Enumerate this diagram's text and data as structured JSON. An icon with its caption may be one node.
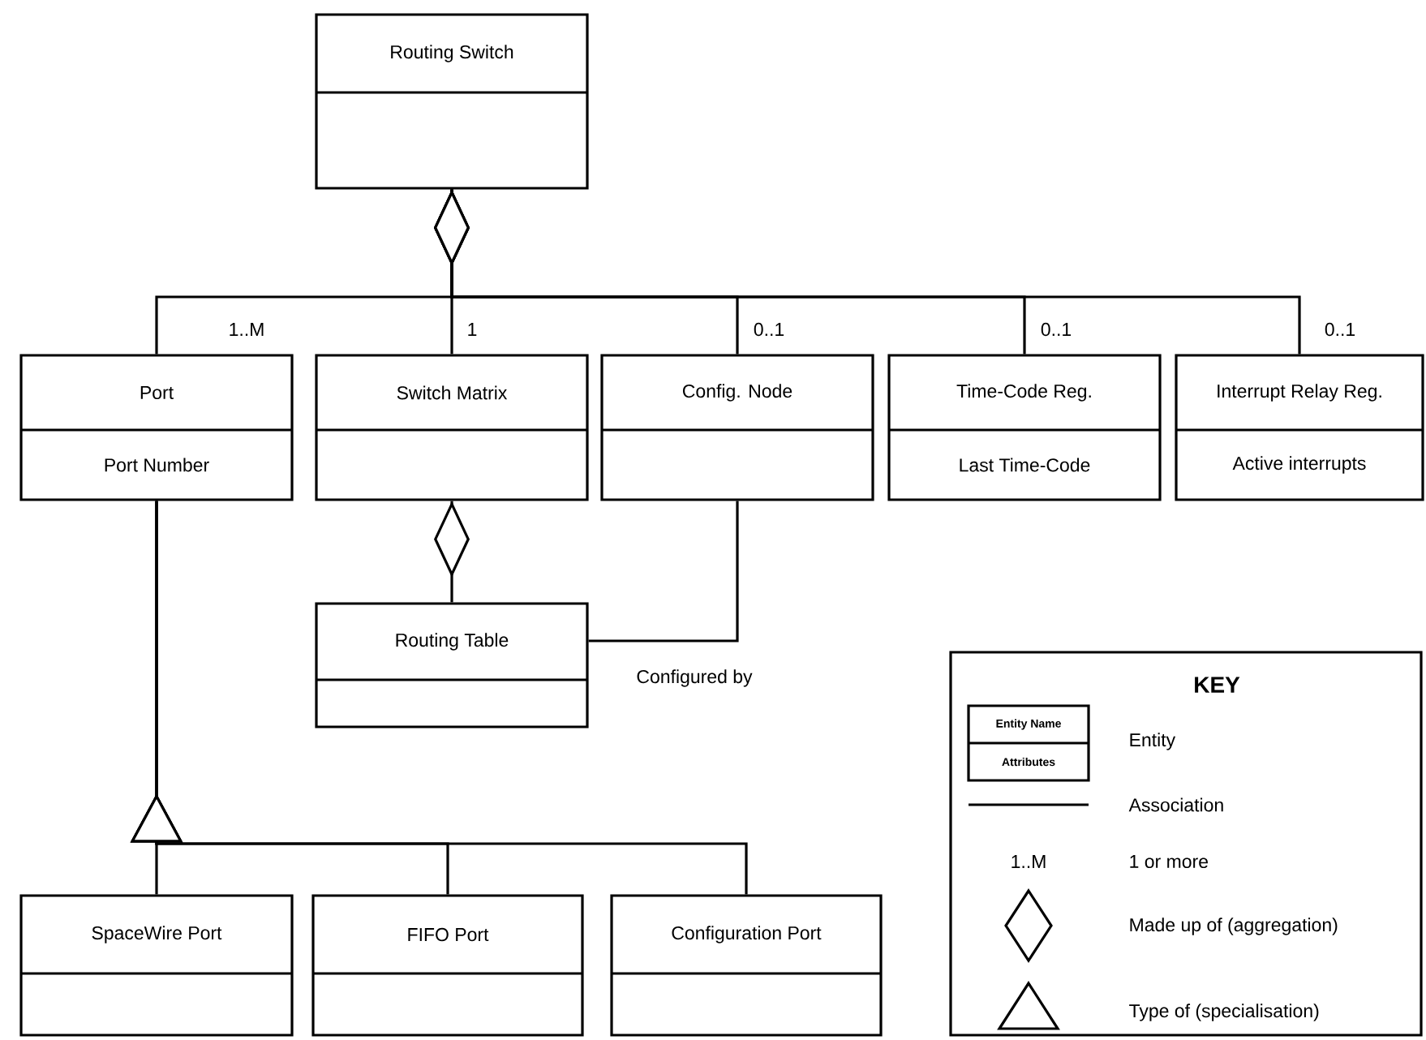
{
  "diagram": {
    "nodes": [
      {
        "text": [
          "Routing Switch"
        ]
      },
      {
        "text": [
          "Port",
          "Port Number"
        ]
      },
      {
        "text": [
          "Switch Matrix"
        ]
      },
      {
        "text": [
          "Config. Node"
        ]
      },
      {
        "text": [
          "Time-Code Reg.",
          "Last Time-Code"
        ]
      },
      {
        "text": [
          "Interrupt Relay Reg.",
          "Active interrupts"
        ]
      },
      {
        "text": [
          "Routing Table"
        ]
      },
      {
        "text": [
          "SpaceWire Port"
        ]
      },
      {
        "text": [
          "FIFO Port"
        ]
      },
      {
        "text": [
          "Configuration Port"
        ]
      }
    ],
    "edges": [
      {
        "from": 0,
        "to": 1,
        "arrow": "other",
        "label": "1..M"
      },
      {
        "from": 0,
        "to": 2,
        "arrow": "other",
        "label": "1"
      },
      {
        "from": 0,
        "to": 3,
        "arrow": "other",
        "label": "0..1"
      },
      {
        "from": 0,
        "to": 4,
        "arrow": "other",
        "label": "0..1"
      },
      {
        "from": 0,
        "to": 5,
        "arrow": "other",
        "label": "0..1"
      },
      {
        "from": 2,
        "to": 6,
        "arrow": "other"
      },
      {
        "from": 3,
        "to": 6,
        "arrow": "none",
        "label": "Configured by"
      },
      {
        "from": 7,
        "to": 1,
        "arrow": "to"
      },
      {
        "from": 8,
        "to": 1,
        "arrow": "to"
      },
      {
        "from": 9,
        "to": 1,
        "arrow": "to"
      }
    ],
    "labels": [
      "KEY",
      "Entity Name",
      "Attributes",
      "1..M"
    ],
    "legend": [
      {
        "text": "Entity"
      },
      {
        "text": "Association"
      },
      {
        "text": "1 or more"
      },
      {
        "text": "Made up of (aggregation)"
      },
      {
        "text": "Type of (specialisation)"
      }
    ]
  }
}
